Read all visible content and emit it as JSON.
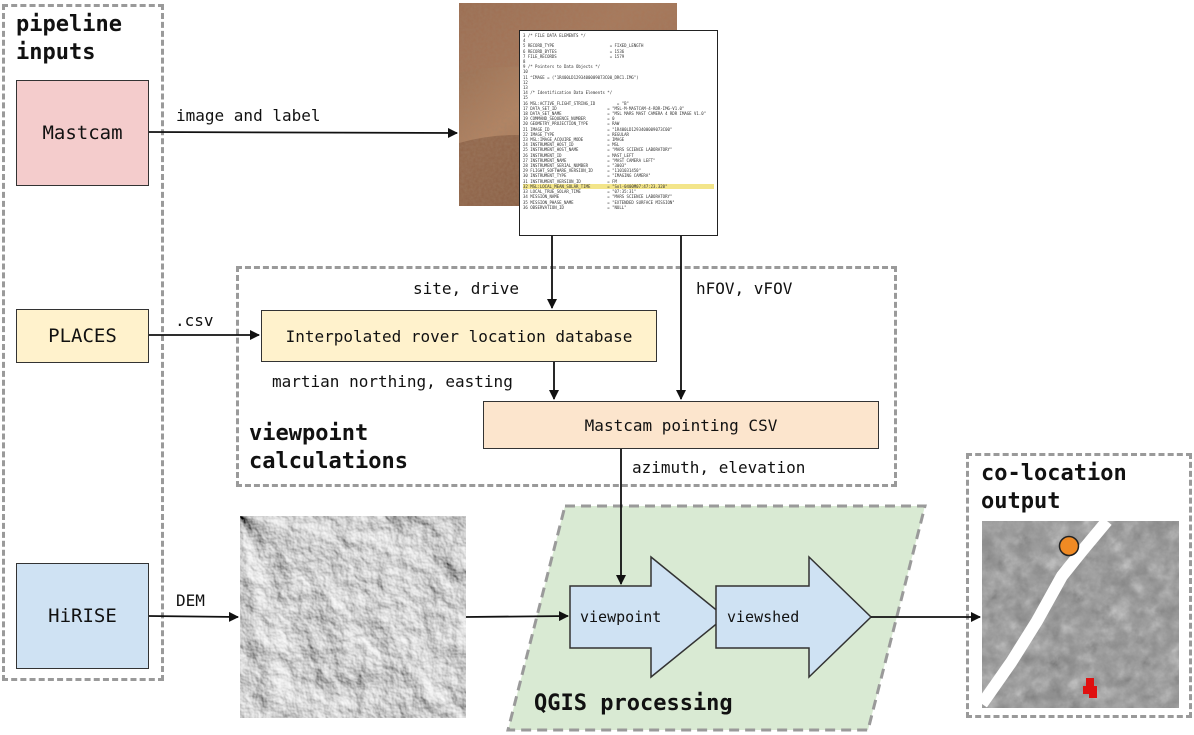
{
  "groups": {
    "inputs_title_1": "pipeline",
    "inputs_title_2": "inputs",
    "viewpoint_title_1": "viewpoint",
    "viewpoint_title_2": "calculations",
    "qgis_title": "QGIS processing",
    "output_title_1": "co-location",
    "output_title_2": "output"
  },
  "sources": {
    "mastcam": "Mastcam",
    "places": "PLACES",
    "hirise": "HiRISE"
  },
  "processes": {
    "rover_db": "Interpolated rover location database",
    "pointing_csv": "Mastcam pointing CSV",
    "viewpoint": "viewpoint",
    "viewshed": "viewshed"
  },
  "edges": {
    "image_and_label": "image and label",
    "csv": ".csv",
    "dem": "DEM",
    "site_drive": "site, drive",
    "hfov_vfov": "hFOV, vFOV",
    "northing_easting": "martian northing, easting",
    "azimuth_elevation": "azimuth, elevation"
  },
  "colors": {
    "mastcam_fill": "#f4cccc",
    "places_fill": "#fff2cc",
    "hirise_fill": "#cfe2f3",
    "process_fill": "#fce5cd",
    "qgis_fill": "#d9ead3",
    "arrow_fill": "#cfe2f3",
    "rover_marker": "#f08a24",
    "viewshed_marker": "#e01010"
  }
}
